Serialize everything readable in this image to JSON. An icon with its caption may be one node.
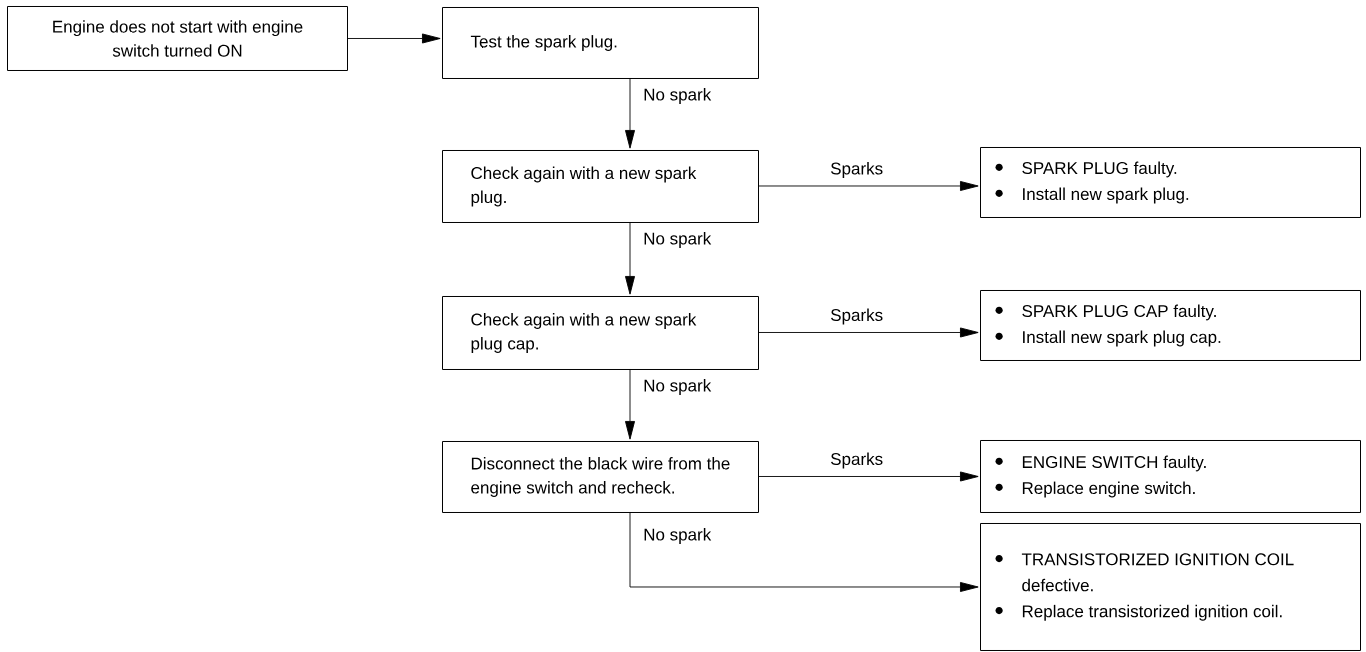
{
  "diagram": {
    "nodes": [
      {
        "text": [
          "Engine does not start with engine switch turned ON"
        ]
      },
      {
        "text": [
          "Test the spark plug."
        ]
      },
      {
        "text": [
          "Check again with a new spark plug."
        ]
      },
      {
        "text": [
          "Check again with a new spark plug cap."
        ]
      },
      {
        "text": [
          "Disconnect the black wire from the engine switch and recheck."
        ]
      },
      {
        "text": [
          "SPARK PLUG faulty.",
          "Install new spark plug."
        ]
      },
      {
        "text": [
          "SPARK PLUG CAP faulty.",
          "Install new spark plug cap."
        ]
      },
      {
        "text": [
          "ENGINE SWITCH faulty.",
          "Replace engine switch."
        ]
      },
      {
        "text": [
          "TRANSISTORIZED IGNITION COIL defective.",
          "Replace transistorized ignition coil."
        ]
      }
    ],
    "edges": [
      {
        "from": 0,
        "to": 1,
        "arrow": "to"
      },
      {
        "from": 1,
        "to": 2,
        "arrow": "to",
        "label": "No spark"
      },
      {
        "from": 2,
        "to": 5,
        "arrow": "to",
        "label": "Sparks"
      },
      {
        "from": 2,
        "to": 3,
        "arrow": "to",
        "label": "No spark"
      },
      {
        "from": 3,
        "to": 6,
        "arrow": "to",
        "label": "Sparks"
      },
      {
        "from": 3,
        "to": 4,
        "arrow": "to",
        "label": "No spark"
      },
      {
        "from": 4,
        "to": 7,
        "arrow": "to",
        "label": "Sparks"
      },
      {
        "from": 4,
        "to": 8,
        "arrow": "to",
        "label": "No spark"
      }
    ]
  }
}
